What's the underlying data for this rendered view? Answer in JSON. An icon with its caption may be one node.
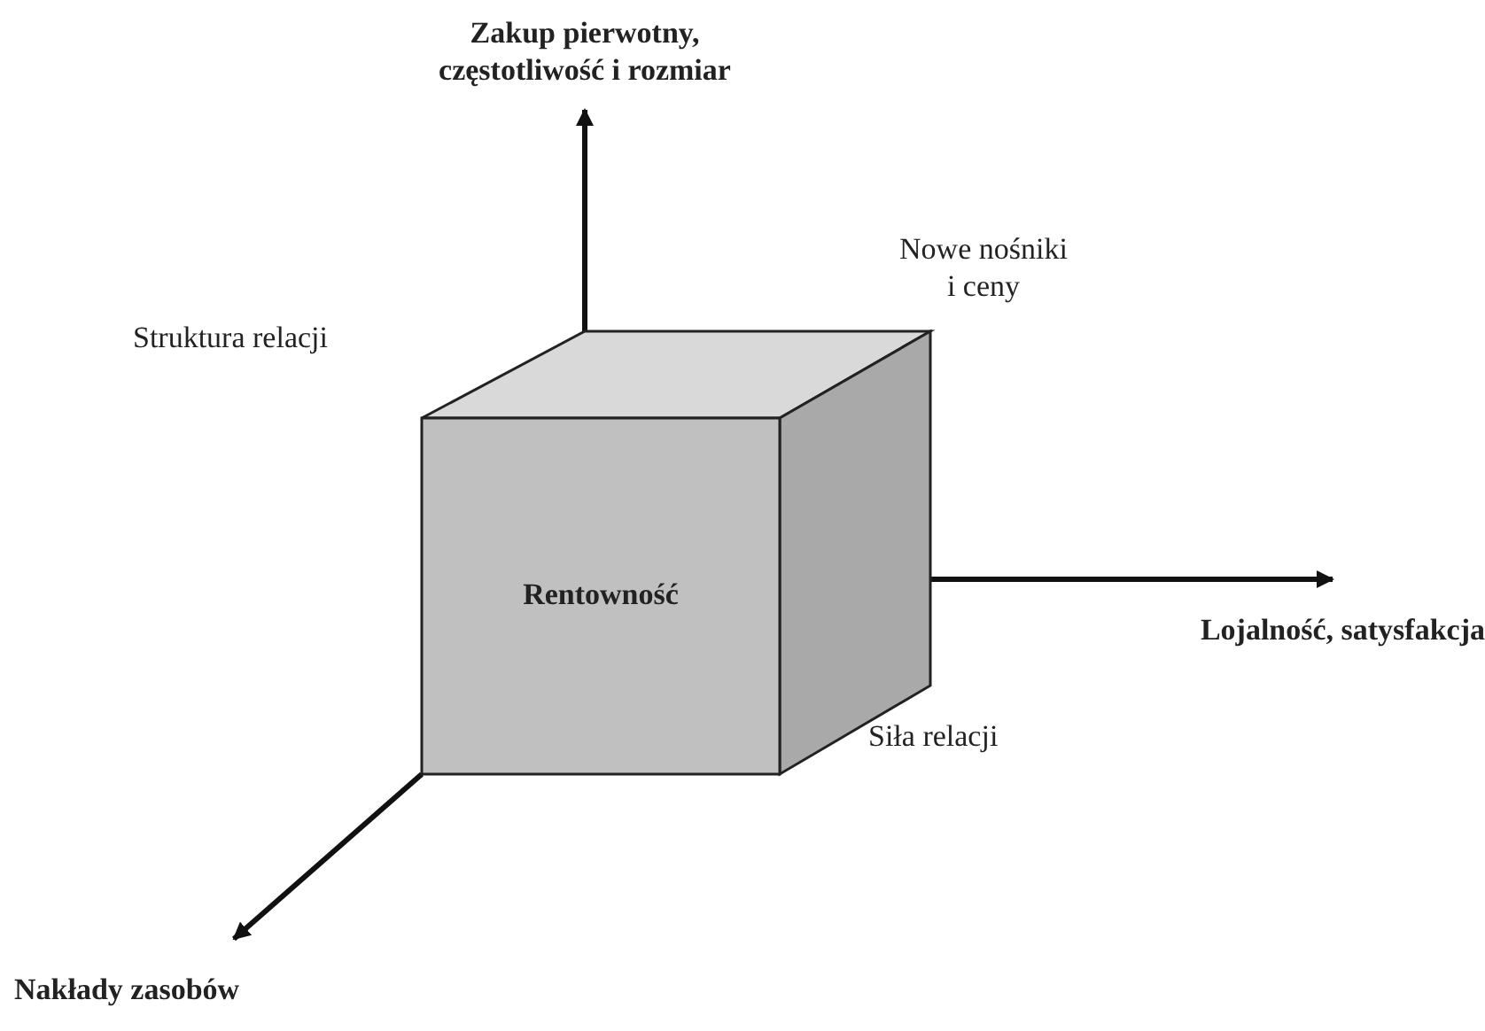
{
  "diagram": {
    "nodes": [
      {
        "text": [
          "Rentowność"
        ]
      }
    ],
    "labels": [
      "Zakup pierwotny, częstotliwość i rozmiar",
      "Nowe nośniki i ceny",
      "Struktura relacji",
      "Lojalność, satysfakcja",
      "Siła relacji",
      "Nakłady zasobów"
    ]
  }
}
